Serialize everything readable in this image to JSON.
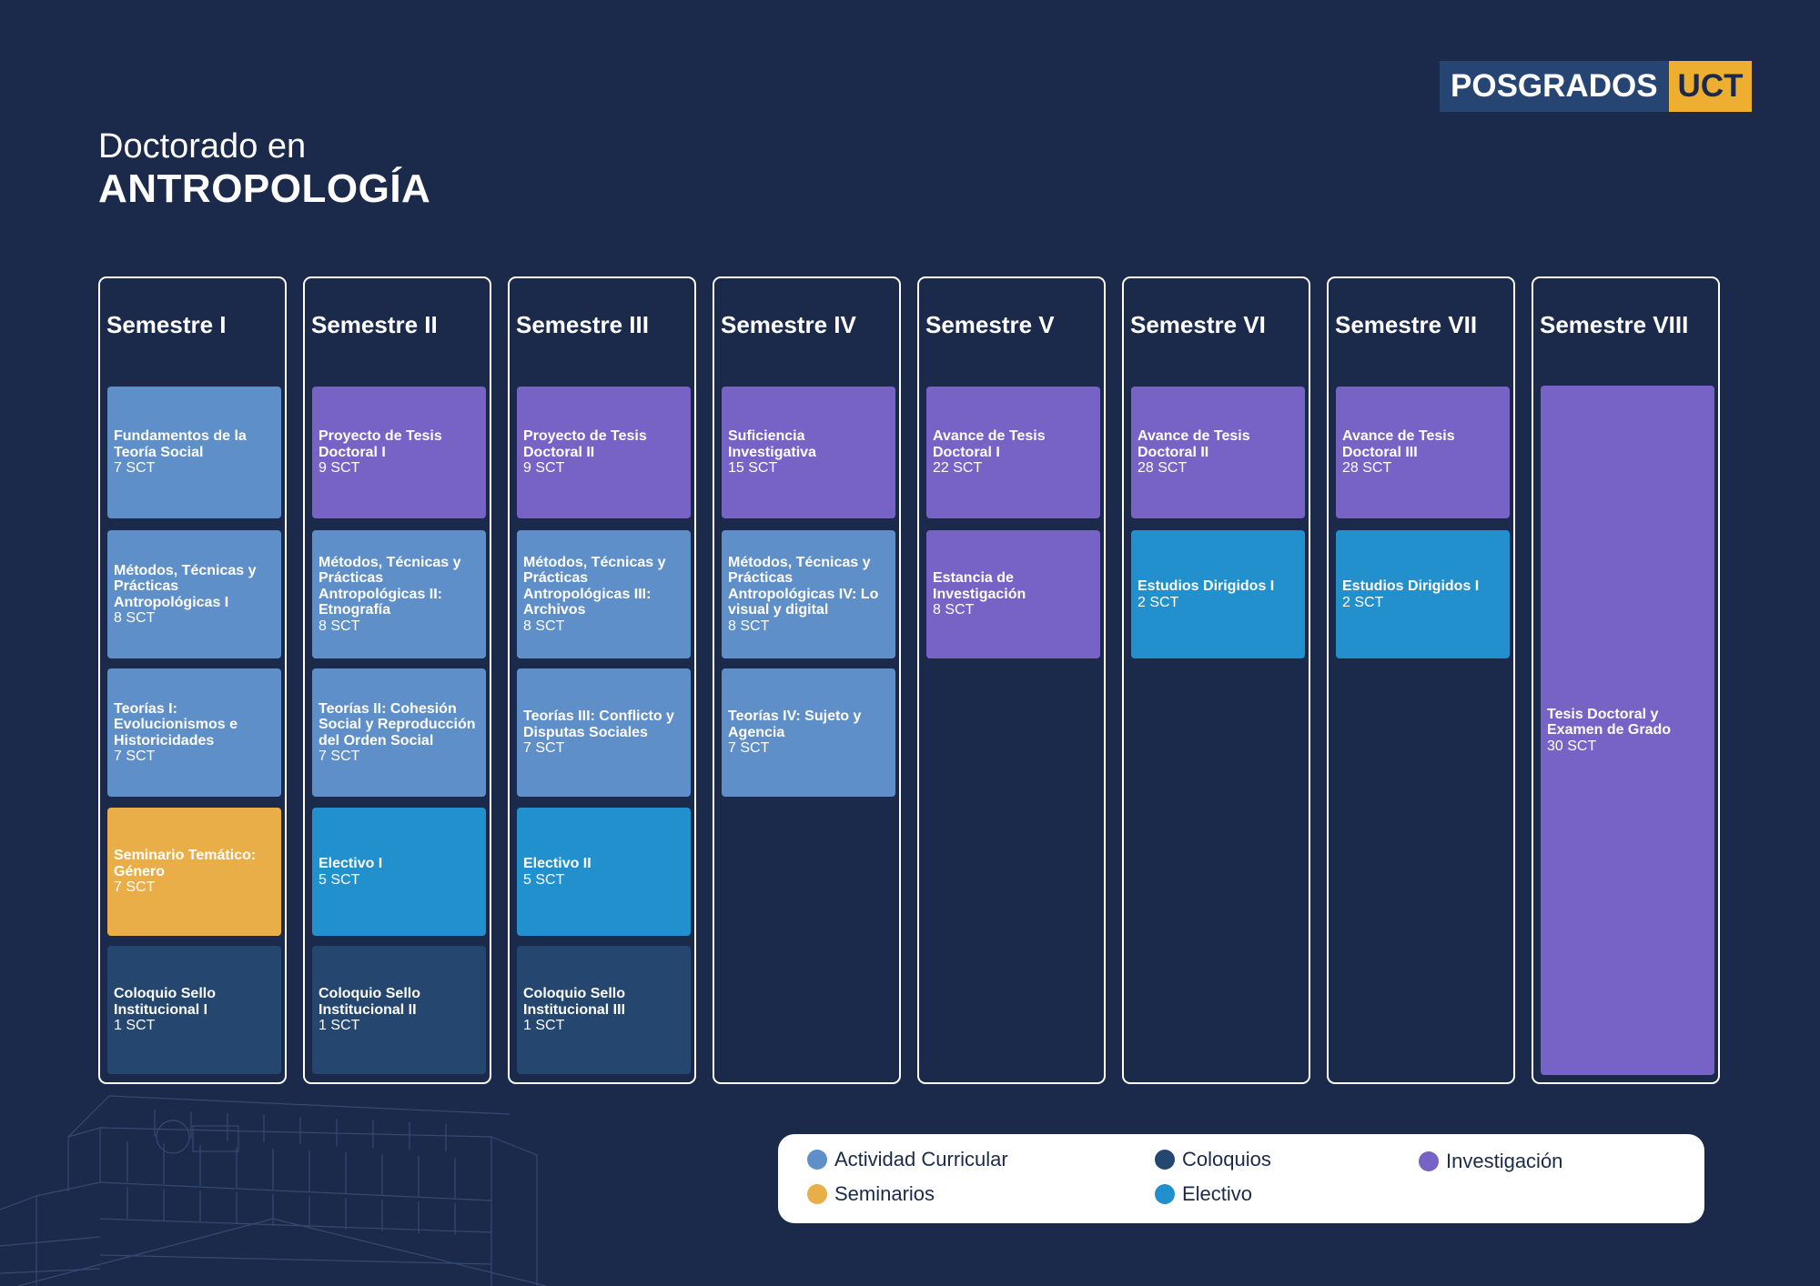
{
  "logo": {
    "part1": "POSGRADOS",
    "part2": "UCT"
  },
  "title": {
    "line1": "Doctorado en",
    "line2": "ANTROPOLOGÍA"
  },
  "colors": {
    "curricular": "#5f8fc8",
    "coloquios": "#25466f",
    "investigacion": "#7763c6",
    "seminarios": "#eaae48",
    "electivo": "#2290cc",
    "background": "#1b2a4a"
  },
  "semesters": [
    {
      "header": "Semestre I",
      "courses": [
        {
          "name": "Fundamentos de la Teoría Social",
          "sct": "7 SCT",
          "type": "curricular"
        },
        {
          "name": "Métodos, Técnicas y Prácticas Antropológicas I",
          "sct": "8 SCT",
          "type": "curricular"
        },
        {
          "name": "Teorías I: Evolucionismos e Historicidades",
          "sct": "7 SCT",
          "type": "curricular"
        },
        {
          "name": "Seminario Temático: Género",
          "sct": "7 SCT",
          "type": "seminarios"
        },
        {
          "name": "Coloquio Sello Institucional I",
          "sct": "1 SCT",
          "type": "coloquios"
        }
      ]
    },
    {
      "header": "Semestre II",
      "courses": [
        {
          "name": "Proyecto de Tesis Doctoral I",
          "sct": "9 SCT",
          "type": "investigacion"
        },
        {
          "name": "Métodos, Técnicas y Prácticas Antropológicas II: Etnografía",
          "sct": "8 SCT",
          "type": "curricular"
        },
        {
          "name": "Teorías II: Cohesión Social y Reproducción del Orden Social",
          "sct": "7 SCT",
          "type": "curricular"
        },
        {
          "name": "Electivo I",
          "sct": "5 SCT",
          "type": "electivo"
        },
        {
          "name": "Coloquio Sello Institucional II",
          "sct": "1 SCT",
          "type": "coloquios"
        }
      ]
    },
    {
      "header": "Semestre III",
      "courses": [
        {
          "name": "Proyecto de Tesis Doctoral II",
          "sct": "9 SCT",
          "type": "investigacion"
        },
        {
          "name": "Métodos, Técnicas y Prácticas Antropológicas III: Archivos",
          "sct": "8 SCT",
          "type": "curricular"
        },
        {
          "name": "Teorías III: Conflicto y Disputas Sociales",
          "sct": "7 SCT",
          "type": "curricular"
        },
        {
          "name": "Electivo II",
          "sct": "5 SCT",
          "type": "electivo"
        },
        {
          "name": "Coloquio Sello Institucional III",
          "sct": "1 SCT",
          "type": "coloquios"
        }
      ]
    },
    {
      "header": "Semestre IV",
      "courses": [
        {
          "name": "Suficiencia Investigativa",
          "sct": "15 SCT",
          "type": "investigacion"
        },
        {
          "name": "Métodos, Técnicas y Prácticas Antropológicas IV: Lo visual y digital",
          "sct": "8 SCT",
          "type": "curricular"
        },
        {
          "name": "Teorías IV: Sujeto y Agencia",
          "sct": "7 SCT",
          "type": "curricular"
        }
      ]
    },
    {
      "header": "Semestre V",
      "courses": [
        {
          "name": "Avance de Tesis Doctoral I",
          "sct": "22 SCT",
          "type": "investigacion"
        },
        {
          "name": "Estancia de Investigación",
          "sct": "8 SCT",
          "type": "investigacion"
        }
      ]
    },
    {
      "header": "Semestre VI",
      "courses": [
        {
          "name": "Avance de Tesis Doctoral II",
          "sct": "28 SCT",
          "type": "investigacion"
        },
        {
          "name": "Estudios Dirigidos I",
          "sct": "2 SCT",
          "type": "electivo"
        }
      ]
    },
    {
      "header": "Semestre VII",
      "courses": [
        {
          "name": "Avance de Tesis Doctoral III",
          "sct": "28 SCT",
          "type": "investigacion"
        },
        {
          "name": "Estudios Dirigidos I",
          "sct": "2 SCT",
          "type": "electivo"
        }
      ]
    },
    {
      "header": "Semestre VIII",
      "courses": [
        {
          "name": "Tesis Doctoral y Examen de Grado",
          "sct": "30 SCT",
          "type": "investigacion",
          "full": true
        }
      ]
    }
  ],
  "legend": [
    {
      "label": "Actividad Curricular",
      "type": "curricular"
    },
    {
      "label": "Coloquios",
      "type": "coloquios"
    },
    {
      "label": "Investigación",
      "type": "investigacion"
    },
    {
      "label": "Seminarios",
      "type": "seminarios"
    },
    {
      "label": "Electivo",
      "type": "electivo"
    }
  ]
}
